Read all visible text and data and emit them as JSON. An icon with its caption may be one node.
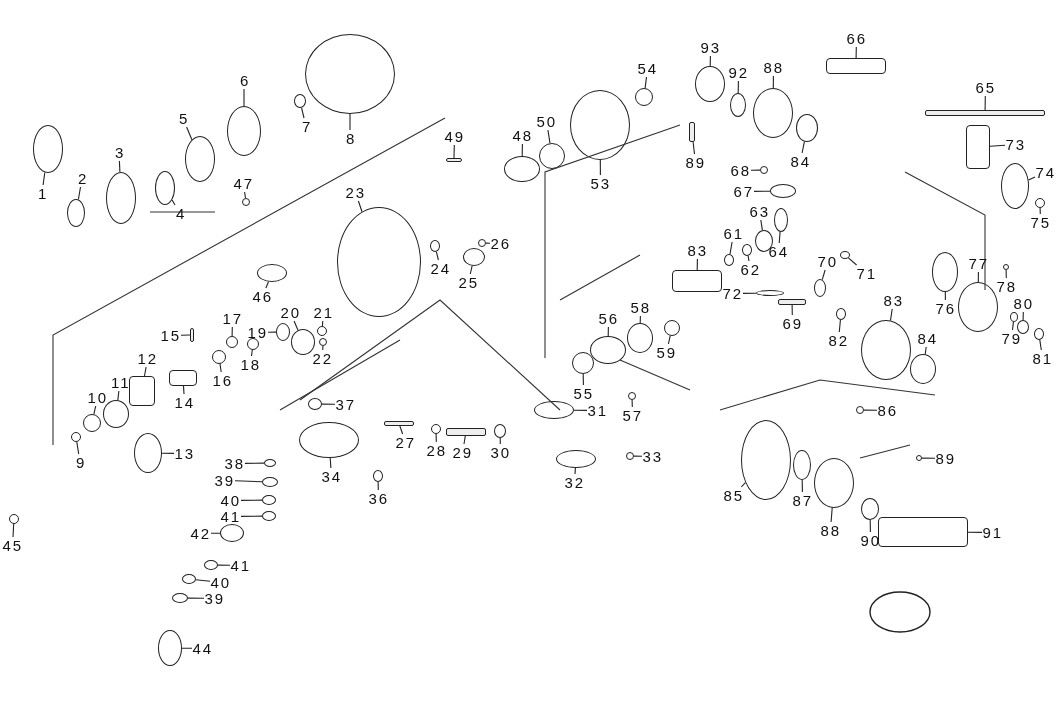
{
  "diagram": {
    "nodes": [
      {
        "text": [
          "1"
        ]
      },
      {
        "text": [
          "2"
        ]
      },
      {
        "text": [
          "3"
        ]
      },
      {
        "text": [
          "4"
        ]
      },
      {
        "text": [
          "5"
        ]
      },
      {
        "text": [
          "6"
        ]
      },
      {
        "text": [
          "7"
        ]
      },
      {
        "text": [
          "8"
        ]
      },
      {
        "text": [
          "9"
        ]
      },
      {
        "text": [
          "10"
        ]
      },
      {
        "text": [
          "11"
        ]
      },
      {
        "text": [
          "12"
        ]
      },
      {
        "text": [
          "13"
        ]
      },
      {
        "text": [
          "14"
        ]
      },
      {
        "text": [
          "15"
        ]
      },
      {
        "text": [
          "16"
        ]
      },
      {
        "text": [
          "17"
        ]
      },
      {
        "text": [
          "18"
        ]
      },
      {
        "text": [
          "19"
        ]
      },
      {
        "text": [
          "20"
        ]
      },
      {
        "text": [
          "21"
        ]
      },
      {
        "text": [
          "22"
        ]
      },
      {
        "text": [
          "23"
        ]
      },
      {
        "text": [
          "24"
        ]
      },
      {
        "text": [
          "25"
        ]
      },
      {
        "text": [
          "26"
        ]
      },
      {
        "text": [
          "27"
        ]
      },
      {
        "text": [
          "28"
        ]
      },
      {
        "text": [
          "29"
        ]
      },
      {
        "text": [
          "30"
        ]
      },
      {
        "text": [
          "31"
        ]
      },
      {
        "text": [
          "32"
        ]
      },
      {
        "text": [
          "33"
        ]
      },
      {
        "text": [
          "34"
        ]
      },
      {
        "text": [
          "36"
        ]
      },
      {
        "text": [
          "37"
        ]
      },
      {
        "text": [
          "38"
        ]
      },
      {
        "text": [
          "39"
        ]
      },
      {
        "text": [
          "40"
        ]
      },
      {
        "text": [
          "41"
        ]
      },
      {
        "text": [
          "42"
        ]
      },
      {
        "text": [
          "41"
        ]
      },
      {
        "text": [
          "40"
        ]
      },
      {
        "text": [
          "39"
        ]
      },
      {
        "text": [
          "44"
        ]
      },
      {
        "text": [
          "45"
        ]
      },
      {
        "text": [
          "46"
        ]
      },
      {
        "text": [
          "47"
        ]
      },
      {
        "text": [
          "48"
        ]
      },
      {
        "text": [
          "49"
        ]
      },
      {
        "text": [
          "50"
        ]
      },
      {
        "text": [
          "53"
        ]
      },
      {
        "text": [
          "54"
        ]
      },
      {
        "text": [
          "55"
        ]
      },
      {
        "text": [
          "56"
        ]
      },
      {
        "text": [
          "57"
        ]
      },
      {
        "text": [
          "58"
        ]
      },
      {
        "text": [
          "59"
        ]
      },
      {
        "text": [
          "83"
        ]
      },
      {
        "text": [
          "61"
        ]
      },
      {
        "text": [
          "62"
        ]
      },
      {
        "text": [
          "63"
        ]
      },
      {
        "text": [
          "64"
        ]
      },
      {
        "text": [
          "65"
        ]
      },
      {
        "text": [
          "66"
        ]
      },
      {
        "text": [
          "67"
        ]
      },
      {
        "text": [
          "68"
        ]
      },
      {
        "text": [
          "89"
        ]
      },
      {
        "text": [
          "70"
        ]
      },
      {
        "text": [
          "71"
        ]
      },
      {
        "text": [
          "72"
        ]
      },
      {
        "text": [
          "69"
        ]
      },
      {
        "text": [
          "73"
        ]
      },
      {
        "text": [
          "74"
        ]
      },
      {
        "text": [
          "75"
        ]
      },
      {
        "text": [
          "76"
        ]
      },
      {
        "text": [
          "77"
        ]
      },
      {
        "text": [
          "78"
        ]
      },
      {
        "text": [
          "79"
        ]
      },
      {
        "text": [
          "80"
        ]
      },
      {
        "text": [
          "81"
        ]
      },
      {
        "text": [
          "82"
        ]
      },
      {
        "text": [
          "83"
        ]
      },
      {
        "text": [
          "84"
        ]
      },
      {
        "text": [
          "84"
        ]
      },
      {
        "text": [
          "85"
        ]
      },
      {
        "text": [
          "86"
        ]
      },
      {
        "text": [
          "87"
        ]
      },
      {
        "text": [
          "88"
        ]
      },
      {
        "text": [
          "88"
        ]
      },
      {
        "text": [
          "89"
        ]
      },
      {
        "text": [
          "90"
        ]
      },
      {
        "text": [
          "91"
        ]
      },
      {
        "text": [
          "92"
        ]
      },
      {
        "text": [
          "93"
        ]
      },
      {
        "text": [],
        "shape": "circle"
      },
      {
        "text": [],
        "shape": "circle"
      },
      {
        "text": [],
        "shape": "circle"
      },
      {
        "text": [],
        "shape": "circle"
      },
      {
        "text": [],
        "shape": "circle"
      },
      {
        "text": [],
        "shape": "circle"
      },
      {
        "text": [],
        "shape": "circle"
      },
      {
        "text": [],
        "shape": "circle"
      },
      {
        "text": [],
        "shape": "circle"
      },
      {
        "text": [],
        "shape": "circle"
      },
      {
        "text": [],
        "shape": "circle"
      },
      {
        "text": [],
        "shape": "box"
      },
      {
        "text": [],
        "shape": "circle"
      },
      {
        "text": [],
        "shape": "box"
      },
      {
        "text": [],
        "shape": "bar"
      },
      {
        "text": [],
        "shape": "circle"
      },
      {
        "text": [],
        "shape": "circle"
      },
      {
        "text": [],
        "shape": "circle"
      },
      {
        "text": [],
        "shape": "circle"
      },
      {
        "text": [],
        "shape": "circle"
      },
      {
        "text": [],
        "shape": "circle"
      },
      {
        "text": [],
        "shape": "circle"
      },
      {
        "text": [],
        "shape": "circle"
      },
      {
        "text": [],
        "shape": "circle"
      },
      {
        "text": [],
        "shape": "circle"
      },
      {
        "text": [],
        "shape": "circle"
      },
      {
        "text": [],
        "shape": "bar"
      },
      {
        "text": [],
        "shape": "circle"
      },
      {
        "text": [],
        "shape": "bar"
      },
      {
        "text": [],
        "shape": "circle"
      },
      {
        "text": [],
        "shape": "circle"
      },
      {
        "text": [],
        "shape": "circle"
      },
      {
        "text": [],
        "shape": "circle"
      },
      {
        "text": [],
        "shape": "circle"
      },
      {
        "text": [],
        "shape": "circle"
      },
      {
        "text": [],
        "shape": "circle"
      },
      {
        "text": [],
        "shape": "circle"
      },
      {
        "text": [],
        "shape": "circle"
      },
      {
        "text": [],
        "shape": "circle"
      },
      {
        "text": [],
        "shape": "circle"
      },
      {
        "text": [],
        "shape": "circle"
      },
      {
        "text": [],
        "shape": "circle"
      },
      {
        "text": [],
        "shape": "circle"
      },
      {
        "text": [],
        "shape": "circle"
      },
      {
        "text": [],
        "shape": "circle"
      },
      {
        "text": [],
        "shape": "circle"
      },
      {
        "text": [],
        "shape": "circle"
      },
      {
        "text": [],
        "shape": "circle"
      },
      {
        "text": [],
        "shape": "circle"
      },
      {
        "text": [],
        "shape": "bar"
      },
      {
        "text": [],
        "shape": "circle"
      },
      {
        "text": [],
        "shape": "circle"
      },
      {
        "text": [],
        "shape": "circle"
      },
      {
        "text": [],
        "shape": "circle"
      },
      {
        "text": [],
        "shape": "circle"
      },
      {
        "text": [],
        "shape": "circle"
      },
      {
        "text": [],
        "shape": "circle"
      },
      {
        "text": [],
        "shape": "circle"
      },
      {
        "text": [],
        "shape": "box"
      },
      {
        "text": [],
        "shape": "circle"
      },
      {
        "text": [],
        "shape": "circle"
      },
      {
        "text": [],
        "shape": "circle"
      },
      {
        "text": [],
        "shape": "circle"
      },
      {
        "text": [],
        "shape": "bar"
      },
      {
        "text": [],
        "shape": "box"
      },
      {
        "text": [],
        "shape": "circle"
      },
      {
        "text": [],
        "shape": "circle"
      },
      {
        "text": [],
        "shape": "bar"
      },
      {
        "text": [],
        "shape": "circle"
      },
      {
        "text": [],
        "shape": "circle"
      },
      {
        "text": [],
        "shape": "circle"
      },
      {
        "text": [],
        "shape": "bar"
      },
      {
        "text": [],
        "shape": "box"
      },
      {
        "text": [],
        "shape": "circle"
      },
      {
        "text": [],
        "shape": "circle"
      },
      {
        "text": [],
        "shape": "circle"
      },
      {
        "text": [],
        "shape": "circle"
      },
      {
        "text": [],
        "shape": "circle"
      },
      {
        "text": [],
        "shape": "circle"
      },
      {
        "text": [],
        "shape": "circle"
      },
      {
        "text": [],
        "shape": "circle"
      },
      {
        "text": [],
        "shape": "circle"
      },
      {
        "text": [],
        "shape": "circle"
      },
      {
        "text": [],
        "shape": "circle"
      },
      {
        "text": [],
        "shape": "circle"
      },
      {
        "text": [],
        "shape": "circle"
      },
      {
        "text": [],
        "shape": "circle"
      },
      {
        "text": [],
        "shape": "circle"
      },
      {
        "text": [],
        "shape": "circle"
      },
      {
        "text": [],
        "shape": "circle"
      },
      {
        "text": [],
        "shape": "circle"
      },
      {
        "text": [],
        "shape": "circle"
      },
      {
        "text": [],
        "shape": "box"
      },
      {
        "text": [],
        "shape": "circle"
      },
      {
        "text": [],
        "shape": "circle"
      }
    ],
    "edges": [
      {
        "from": 0,
        "to": 95,
        "arrow": "none"
      },
      {
        "from": 1,
        "to": 96,
        "arrow": "none"
      },
      {
        "from": 2,
        "to": 97,
        "arrow": "none"
      },
      {
        "from": 3,
        "to": 98,
        "arrow": "none"
      },
      {
        "from": 4,
        "to": 99,
        "arrow": "none"
      },
      {
        "from": 5,
        "to": 100,
        "arrow": "none"
      },
      {
        "from": 6,
        "to": 101,
        "arrow": "none"
      },
      {
        "from": 7,
        "to": 102,
        "arrow": "none"
      },
      {
        "from": 8,
        "to": 103,
        "arrow": "none"
      },
      {
        "from": 9,
        "to": 104,
        "arrow": "none"
      },
      {
        "from": 10,
        "to": 105,
        "arrow": "none"
      },
      {
        "from": 11,
        "to": 106,
        "arrow": "none"
      },
      {
        "from": 12,
        "to": 107,
        "arrow": "none"
      },
      {
        "from": 13,
        "to": 108,
        "arrow": "none"
      },
      {
        "from": 14,
        "to": 109,
        "arrow": "none"
      },
      {
        "from": 15,
        "to": 110,
        "arrow": "none"
      },
      {
        "from": 16,
        "to": 111,
        "arrow": "none"
      },
      {
        "from": 17,
        "to": 112,
        "arrow": "none"
      },
      {
        "from": 18,
        "to": 113,
        "arrow": "none"
      },
      {
        "from": 19,
        "to": 114,
        "arrow": "none"
      },
      {
        "from": 20,
        "to": 115,
        "arrow": "none"
      },
      {
        "from": 21,
        "to": 116,
        "arrow": "none"
      },
      {
        "from": 22,
        "to": 117,
        "arrow": "none"
      },
      {
        "from": 23,
        "to": 118,
        "arrow": "none"
      },
      {
        "from": 24,
        "to": 119,
        "arrow": "none"
      },
      {
        "from": 25,
        "to": 120,
        "arrow": "none"
      },
      {
        "from": 26,
        "to": 121,
        "arrow": "none"
      },
      {
        "from": 27,
        "to": 122,
        "arrow": "none"
      },
      {
        "from": 28,
        "to": 123,
        "arrow": "none"
      },
      {
        "from": 29,
        "to": 124,
        "arrow": "none"
      },
      {
        "from": 30,
        "to": 125,
        "arrow": "none"
      },
      {
        "from": 31,
        "to": 126,
        "arrow": "none"
      },
      {
        "from": 32,
        "to": 127,
        "arrow": "none"
      },
      {
        "from": 33,
        "to": 128,
        "arrow": "none"
      },
      {
        "from": 34,
        "to": 129,
        "arrow": "none"
      },
      {
        "from": 35,
        "to": 130,
        "arrow": "none"
      },
      {
        "from": 36,
        "to": 131,
        "arrow": "none"
      },
      {
        "from": 37,
        "to": 132,
        "arrow": "none"
      },
      {
        "from": 38,
        "to": 133,
        "arrow": "none"
      },
      {
        "from": 39,
        "to": 134,
        "arrow": "none"
      },
      {
        "from": 40,
        "to": 135,
        "arrow": "none"
      },
      {
        "from": 41,
        "to": 136,
        "arrow": "none"
      },
      {
        "from": 42,
        "to": 137,
        "arrow": "none"
      },
      {
        "from": 43,
        "to": 138,
        "arrow": "none"
      },
      {
        "from": 44,
        "to": 139,
        "arrow": "none"
      },
      {
        "from": 45,
        "to": 140,
        "arrow": "none"
      },
      {
        "from": 46,
        "to": 141,
        "arrow": "none"
      },
      {
        "from": 47,
        "to": 142,
        "arrow": "none"
      },
      {
        "from": 48,
        "to": 143,
        "arrow": "none"
      },
      {
        "from": 49,
        "to": 144,
        "arrow": "none"
      },
      {
        "from": 50,
        "to": 145,
        "arrow": "none"
      },
      {
        "from": 51,
        "to": 146,
        "arrow": "none"
      },
      {
        "from": 52,
        "to": 147,
        "arrow": "none"
      },
      {
        "from": 53,
        "to": 148,
        "arrow": "none"
      },
      {
        "from": 54,
        "to": 149,
        "arrow": "none"
      },
      {
        "from": 55,
        "to": 150,
        "arrow": "none"
      },
      {
        "from": 56,
        "to": 151,
        "arrow": "none"
      },
      {
        "from": 57,
        "to": 152,
        "arrow": "none"
      },
      {
        "from": 58,
        "to": 153,
        "arrow": "none"
      },
      {
        "from": 59,
        "to": 154,
        "arrow": "none"
      },
      {
        "from": 60,
        "to": 155,
        "arrow": "none"
      },
      {
        "from": 61,
        "to": 156,
        "arrow": "none"
      },
      {
        "from": 62,
        "to": 157,
        "arrow": "none"
      },
      {
        "from": 63,
        "to": 158,
        "arrow": "none"
      },
      {
        "from": 64,
        "to": 159,
        "arrow": "none"
      },
      {
        "from": 65,
        "to": 160,
        "arrow": "none"
      },
      {
        "from": 66,
        "to": 161,
        "arrow": "none"
      },
      {
        "from": 67,
        "to": 162,
        "arrow": "none"
      },
      {
        "from": 68,
        "to": 163,
        "arrow": "none"
      },
      {
        "from": 69,
        "to": 164,
        "arrow": "none"
      },
      {
        "from": 70,
        "to": 165,
        "arrow": "none"
      },
      {
        "from": 71,
        "to": 166,
        "arrow": "none"
      },
      {
        "from": 72,
        "to": 167,
        "arrow": "none"
      },
      {
        "from": 73,
        "to": 168,
        "arrow": "none"
      },
      {
        "from": 74,
        "to": 169,
        "arrow": "none"
      },
      {
        "from": 75,
        "to": 170,
        "arrow": "none"
      },
      {
        "from": 76,
        "to": 171,
        "arrow": "none"
      },
      {
        "from": 77,
        "to": 172,
        "arrow": "none"
      },
      {
        "from": 78,
        "to": 173,
        "arrow": "none"
      },
      {
        "from": 79,
        "to": 174,
        "arrow": "none"
      },
      {
        "from": 80,
        "to": 175,
        "arrow": "none"
      },
      {
        "from": 81,
        "to": 176,
        "arrow": "none"
      },
      {
        "from": 82,
        "to": 177,
        "arrow": "none"
      },
      {
        "from": 83,
        "to": 178,
        "arrow": "none"
      },
      {
        "from": 84,
        "to": 179,
        "arrow": "none"
      },
      {
        "from": 85,
        "to": 180,
        "arrow": "none"
      },
      {
        "from": 86,
        "to": 181,
        "arrow": "none"
      },
      {
        "from": 87,
        "to": 182,
        "arrow": "none"
      },
      {
        "from": 88,
        "to": 183,
        "arrow": "none"
      },
      {
        "from": 89,
        "to": 184,
        "arrow": "none"
      },
      {
        "from": 90,
        "to": 185,
        "arrow": "none"
      },
      {
        "from": 91,
        "to": 186,
        "arrow": "none"
      },
      {
        "from": 92,
        "to": 187,
        "arrow": "none"
      },
      {
        "from": 93,
        "to": 188,
        "arrow": "none"
      },
      {
        "from": 94,
        "to": 189,
        "arrow": "none"
      }
    ]
  }
}
